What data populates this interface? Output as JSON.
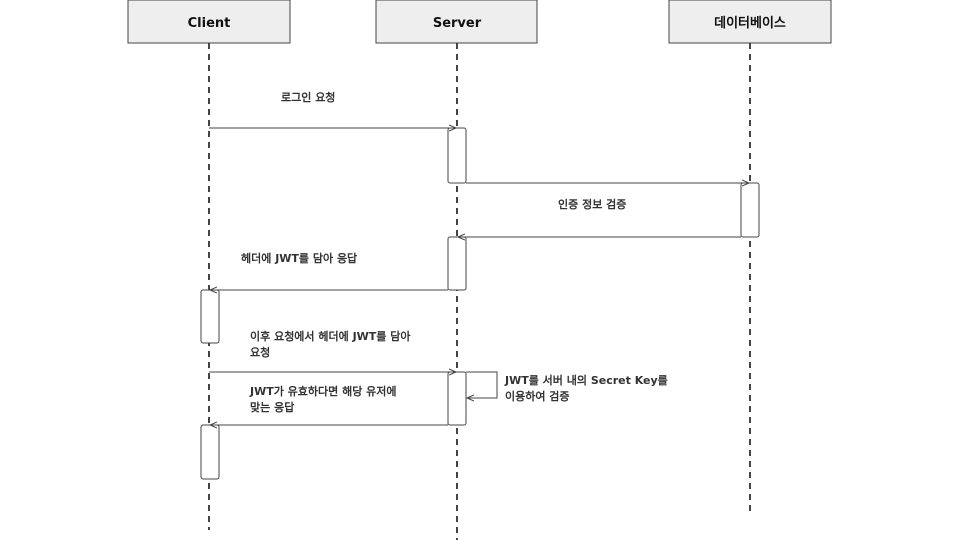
{
  "actors": {
    "client": "Client",
    "server": "Server",
    "database": "데이터베이스"
  },
  "messages": {
    "login_request": [
      "로그인 요청"
    ],
    "verify_credentials": [
      "인증 정보 검증"
    ],
    "jwt_response": [
      "헤더에 JWT를 담아 응답"
    ],
    "subsequent_request": [
      "이후 요청에서 헤더에 JWT를 담아",
      "요청"
    ],
    "self_verify": [
      "JWT를 서버 내의 Secret Key를",
      "이용하여 검증"
    ],
    "valid_response": [
      "JWT가 유효하다면 해당 유저에",
      "맞는 응답"
    ]
  }
}
